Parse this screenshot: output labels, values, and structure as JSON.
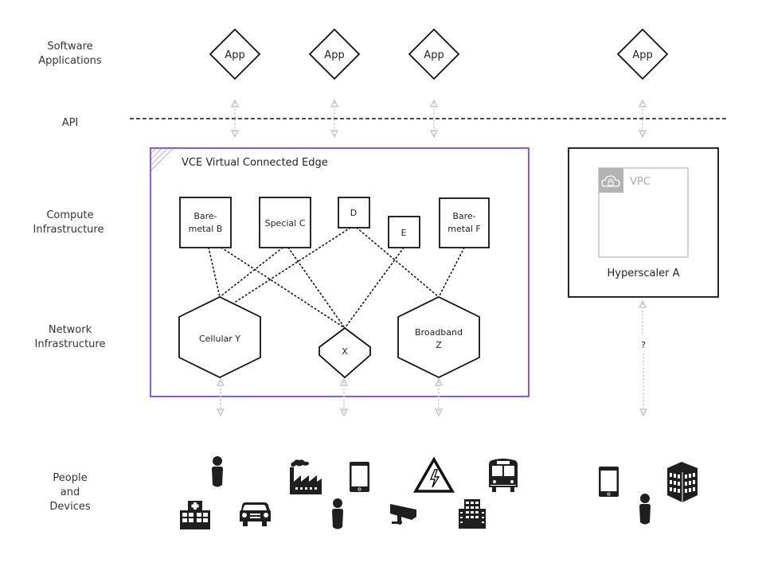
{
  "rows": {
    "software": [
      "Software",
      "Applications"
    ],
    "api": [
      "API"
    ],
    "compute": [
      "Compute",
      "Infrastructure"
    ],
    "network": [
      "Network",
      "Infrastructure"
    ],
    "people": [
      "People",
      "and",
      "Devices"
    ]
  },
  "apps": [
    {
      "label": "App"
    },
    {
      "label": "App"
    },
    {
      "label": "App"
    },
    {
      "label": "App"
    }
  ],
  "vce": {
    "title": "VCE Virtual Connected Edge",
    "border_color": "#8a5cd8",
    "compute_nodes": [
      {
        "id": "B",
        "lines": [
          "Bare-",
          "metal B"
        ]
      },
      {
        "id": "C",
        "lines": [
          "Special C"
        ]
      },
      {
        "id": "D",
        "lines": [
          "D"
        ]
      },
      {
        "id": "E",
        "lines": [
          "E"
        ]
      },
      {
        "id": "F",
        "lines": [
          "Bare-",
          "metal F"
        ]
      }
    ],
    "network_nodes": [
      {
        "id": "Y",
        "lines": [
          "Cellular Y"
        ]
      },
      {
        "id": "X",
        "lines": [
          "X"
        ]
      },
      {
        "id": "Z",
        "lines": [
          "Broadband",
          "Z"
        ]
      }
    ],
    "links": [
      [
        "B",
        "Y"
      ],
      [
        "B",
        "X"
      ],
      [
        "C",
        "Y"
      ],
      [
        "C",
        "X"
      ],
      [
        "D",
        "Y"
      ],
      [
        "D",
        "Z"
      ],
      [
        "E",
        "X"
      ],
      [
        "F",
        "Z"
      ]
    ]
  },
  "hyperscaler": {
    "title": "Hyperscaler A",
    "vpc_label": "VPC",
    "vpc_icon": "cloud-lock-icon",
    "link_label": "?"
  },
  "devices": [
    {
      "icon": "person-icon"
    },
    {
      "icon": "hospital-icon"
    },
    {
      "icon": "car-icon"
    },
    {
      "icon": "factory-icon"
    },
    {
      "icon": "tablet-icon"
    },
    {
      "icon": "person-icon"
    },
    {
      "icon": "high-voltage-warning-icon"
    },
    {
      "icon": "security-camera-icon"
    },
    {
      "icon": "bus-icon"
    },
    {
      "icon": "office-building-icon"
    },
    {
      "icon": "tablet-icon"
    },
    {
      "icon": "person-icon"
    },
    {
      "icon": "building-3d-icon"
    }
  ]
}
